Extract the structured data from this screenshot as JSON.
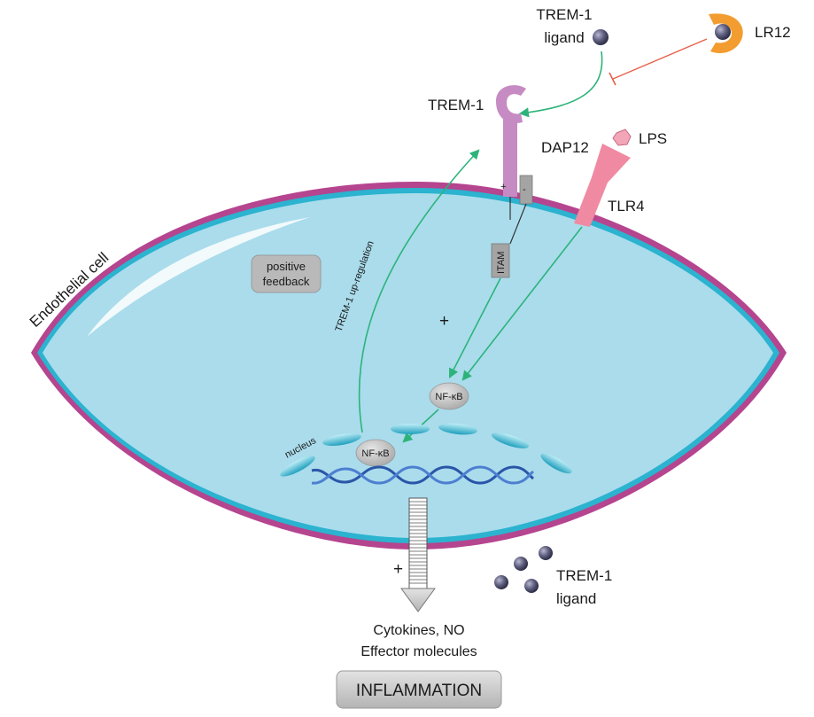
{
  "labels": {
    "trem1_ligand_top_line1": "TREM-1",
    "trem1_ligand_top_line2": "ligand",
    "lr12": "LR12",
    "trem1_receptor": "TREM-1",
    "dap12": "DAP12",
    "lps": "LPS",
    "tlr4": "TLR4",
    "endothelial_cell": "Endothelial cell",
    "positive_feedback_line1": "positive",
    "positive_feedback_line2": "feedback",
    "trem1_upregulation": "TREM-1 up-regulation",
    "itam": "ITAM",
    "plus_sign": "+",
    "minus_sign": "-",
    "nfkb_cytoplasm": "NF-κB",
    "nfkb_nucleus": "NF-κB",
    "nucleus": "nucleus",
    "trem1_ligand_bottom_line1": "TREM-1",
    "trem1_ligand_bottom_line2": "ligand",
    "cytokines": "Cytokines, NO",
    "effector": "Effector molecules",
    "inflammation": "INFLAMMATION"
  },
  "colors": {
    "cell_fill": "#aadcec",
    "membrane_outer": "#b5458f",
    "membrane_inner": "#2bb3cf",
    "activation_arrow": "#2db37a",
    "inhibition_line": "#e8604c",
    "trem1_receptor": "#c58bc2",
    "tlr4": "#f08aa2",
    "lr12": "#f39c2f",
    "ligand_sphere": "#5a5a7a",
    "dna": "#2a56a8",
    "gray_box": "#bdbdbd"
  }
}
